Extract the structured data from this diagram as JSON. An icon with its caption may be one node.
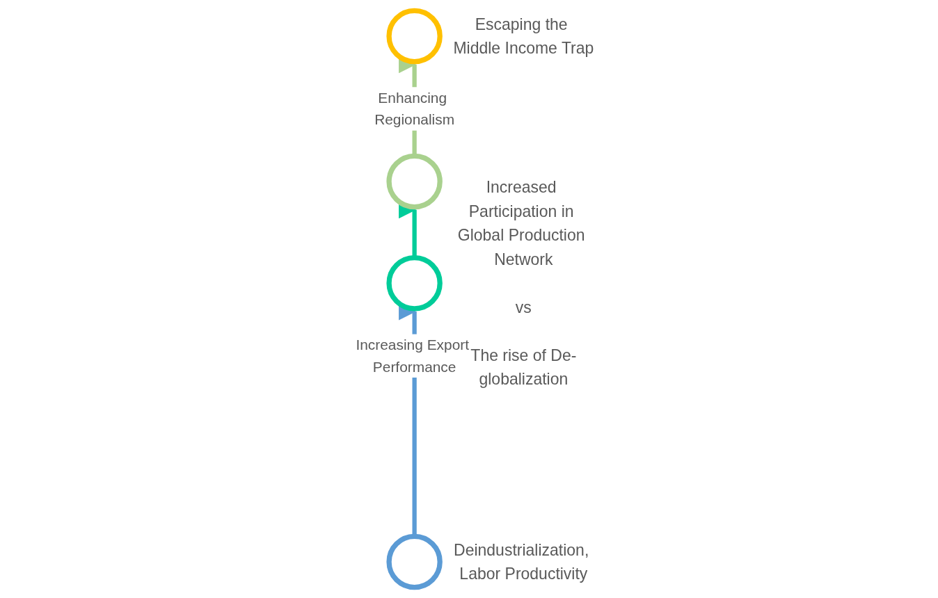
{
  "diagram": {
    "nodes": [
      {
        "text": [],
        "shape": "circle",
        "beside": [
          "Escaping the Middle Income Trap"
        ]
      },
      {
        "text": [],
        "shape": "circle"
      },
      {
        "text": [],
        "shape": "circle",
        "beside": [
          "Increased Participation in Global Production Network",
          "vs",
          "The rise of De-globalization"
        ]
      },
      {
        "text": [],
        "shape": "circle",
        "beside": [
          "Deindustrialization, Labor Productivity"
        ]
      }
    ],
    "edges": [
      {
        "from": 3,
        "to": 2,
        "arrow": "to",
        "label": "Increasing Export Performance",
        "color": "#5b9bd5"
      },
      {
        "from": 2,
        "to": 1,
        "arrow": "to",
        "color": "#00cc99"
      },
      {
        "from": 1,
        "to": 0,
        "arrow": "to",
        "label": "Enhancing Regionalism",
        "color": "#a9d18e"
      }
    ]
  }
}
